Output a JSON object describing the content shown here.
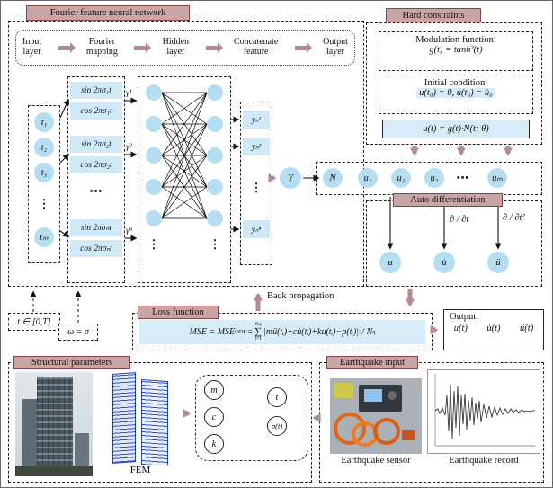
{
  "colors": {
    "header_bg": "#c9a6a5",
    "header_border": "#8b4242",
    "arrow": "#b18d8d",
    "blue_box": "#cfe9f8",
    "blue_circle": "#b5def2",
    "formula_bg": "#d8ecf8"
  },
  "ffnn": {
    "title": "Fourier feature neural network",
    "pipeline": [
      "Input\nlayer",
      "Fourier\nmapping",
      "Hidden\nlayer",
      "Concatenate\nfeature",
      "Output\nlayer"
    ],
    "inputs": [
      "t₁",
      "t₂",
      "t₃",
      "⋮",
      "tₘ"
    ],
    "fourier_rows": [
      "sin 2πσ₁t",
      "cos 2πσ₁t",
      "sin 2πσ₂t",
      "cos 2πσ₂t",
      "•••",
      "sin 2πσₙt",
      "cos 2πσₙt"
    ],
    "gamma_labels": [
      "γ¹",
      "γ²",
      "γⁿ"
    ],
    "concat_outputs": [
      "yₙ¹",
      "yₙ²",
      "⋮",
      "yₙⁿ"
    ],
    "y_label": "Y",
    "n_label": "N",
    "u_row": [
      "u₁",
      "u₂",
      "u₃",
      "•••",
      "uₘ"
    ]
  },
  "hard_constraints": {
    "title": "Hard constraints",
    "modulation_label": "Modulation function:",
    "modulation_formula": "g(t) = tanh²(t)",
    "initial_label": "Initial condition:",
    "initial_formula": "u(t₀) = 0, u̇(t₀) = u̇₀",
    "output_formula": "u(t) = g(t)·N(t;  θ)"
  },
  "auto_diff": {
    "title": "Auto differentiation",
    "partial1": "∂ / ∂t",
    "partial2": "∂ / ∂t²",
    "nodes": [
      "u",
      "u̇",
      "ü"
    ]
  },
  "back_propagation": "Back propagation",
  "loss": {
    "title": "Loss function",
    "mse": "MSE = MSE",
    "ode": "ODE",
    "eq": " = ",
    "sum_top": "Nq",
    "sum_sigma": "∑",
    "sum_bot": "i=1",
    "body": "|mü(tᵢ)+cu̇(tᵢ)+ku(tᵢ)−p(tᵢ)|",
    "sq": "2",
    "div": " / N",
    "q": "q"
  },
  "domain_label": "t ∈ [0,T]",
  "omega_label": "ω = σ",
  "output": {
    "label": "Output:",
    "values": [
      "u(t)",
      "u̇(t)",
      "ü(t)"
    ]
  },
  "structural": {
    "title": "Structural parameters",
    "fem_label": "FEM",
    "mck": [
      "m",
      "c",
      "k"
    ],
    "tp": [
      "t",
      "p(t)"
    ]
  },
  "earthquake": {
    "title": "Earthquake input",
    "sensor_label": "Earthquake sensor",
    "record_label": "Earthquake record"
  }
}
